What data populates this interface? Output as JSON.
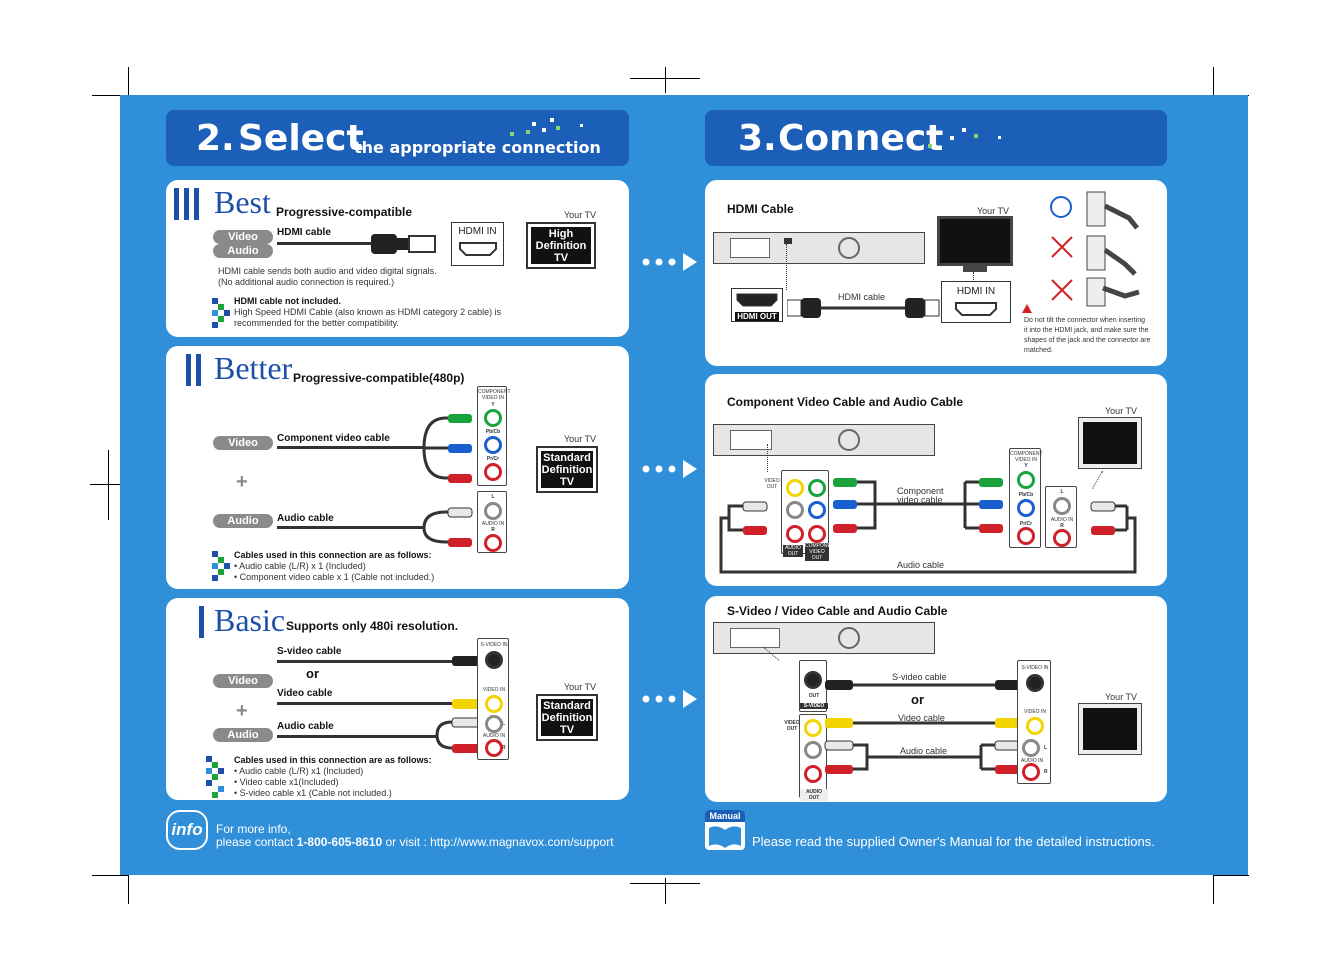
{
  "left_header": {
    "number": "2.",
    "title": "Select",
    "subtitle": "the appropriate connection"
  },
  "right_header": {
    "number": "3.",
    "title": "Connect"
  },
  "best": {
    "rank": "Best",
    "heading": "Progressive-compatible",
    "video_pill": "Video",
    "audio_pill": "Audio",
    "cable_label": "HDMI cable",
    "port_label": "HDMI IN",
    "your_tv": "Your TV",
    "tv_text": "High\nDefinition\nTV",
    "note": "HDMI cable sends both audio and video digital signals.",
    "note2": "(No additional audio connection is required.)",
    "warn_title": "HDMI cable not included.",
    "warn_line1": "High Speed HDMI Cable (also known as HDMI category 2 cable) is",
    "warn_line2": "recommended for the better compatibility."
  },
  "better": {
    "rank": "Better",
    "heading": "Progressive-compatible(480p)",
    "video_pill": "Video",
    "audio_pill": "Audio",
    "plus": "+",
    "component_label": "Component video cable",
    "audio_label": "Audio cable",
    "your_tv": "Your TV",
    "tv_text": "Standard\nDefinition\nTV",
    "jack_component": "COMPONENT VIDEO IN",
    "jack_y": "Y",
    "jack_pb": "Pb/Cb",
    "jack_pr": "Pr/Cr",
    "jack_l": "L",
    "jack_audio": "AUDIO IN",
    "jack_r": "R",
    "cables_title": "Cables used in this connection are as follows:",
    "cables_1": "• Audio cable (L/R) x 1 (Included)",
    "cables_2": "• Component video cable x 1 (Cable not included.)"
  },
  "basic": {
    "rank": "Basic",
    "heading": "Supports only 480i resolution.",
    "svideo_label": "S-video cable",
    "or": "or",
    "video_label": "Video cable",
    "audio_label": "Audio cable",
    "video_pill": "Video",
    "audio_pill": "Audio",
    "plus": "+",
    "your_tv": "Your TV",
    "tv_text": "Standard\nDefinition\nTV",
    "jack_svideo": "S-VIDEO IN",
    "jack_video": "VIDEO IN",
    "jack_l": "L",
    "jack_audio": "AUDIO IN",
    "jack_r": "R",
    "cables_title": "Cables used in this connection are as follows:",
    "cables_1": "• Audio cable (L/R) x1 (Included)",
    "cables_2": "• Video cable x1(Included)",
    "cables_3": "• S-video cable x1 (Cable not included.)"
  },
  "info": {
    "icon_text": "info",
    "line1": "For more info,",
    "line2_a": "please contact ",
    "phone": "1-800-605-8610",
    "line2_b": " or visit : http://www.magnavox.com/support"
  },
  "hdmi_panel": {
    "title": "HDMI Cable",
    "your_tv": "Your TV",
    "hdmi_out": "HDMI OUT",
    "cable": "HDMI cable",
    "hdmi_in": "HDMI IN",
    "warning_1": "Do not tilt the connector when inserting",
    "warning_2": "it into the HDMI jack, and make sure the",
    "warning_3": "shapes of the jack and the connector are",
    "warning_4": "matched."
  },
  "component_panel": {
    "title": "Component Video Cable and Audio Cable",
    "your_tv": "Your TV",
    "cable_1": "Component",
    "cable_2": "video cable",
    "audio": "Audio cable",
    "video_out": "VIDEO OUT",
    "audio_out": "AUDIO OUT",
    "comp_out": "COMPONENT VIDEO OUT",
    "comp_in": "COMPONENT VIDEO IN",
    "y": "Y",
    "pb": "Pb/Cb",
    "pr": "Pr/Cr",
    "l": "L",
    "audio_in": "AUDIO IN",
    "r": "R"
  },
  "svideo_panel": {
    "title": "S-Video / Video Cable and Audio Cable",
    "your_tv": "Your TV",
    "svideo": "S-video cable",
    "or": "or",
    "video": "Video cable",
    "audio": "Audio cable",
    "out": "OUT",
    "svideo_tag": "S-VIDEO",
    "video_out": "VIDEO OUT",
    "audio_out": "AUDIO OUT",
    "svideo_in": "S-VIDEO IN",
    "video_in": "VIDEO IN",
    "l": "L",
    "audio_in": "AUDIO IN",
    "r": "R"
  },
  "manual": {
    "icon_text": "Manual",
    "text": "Please read the supplied Owner's Manual for the detailed instructions."
  },
  "colors": {
    "background": "#2f8fd8",
    "header": "#1b5fb8",
    "rank": "#1e4fa8",
    "green": "#1aa33a",
    "blue": "#1a5fd0",
    "red": "#d0202a",
    "yellow": "#f2d400"
  }
}
